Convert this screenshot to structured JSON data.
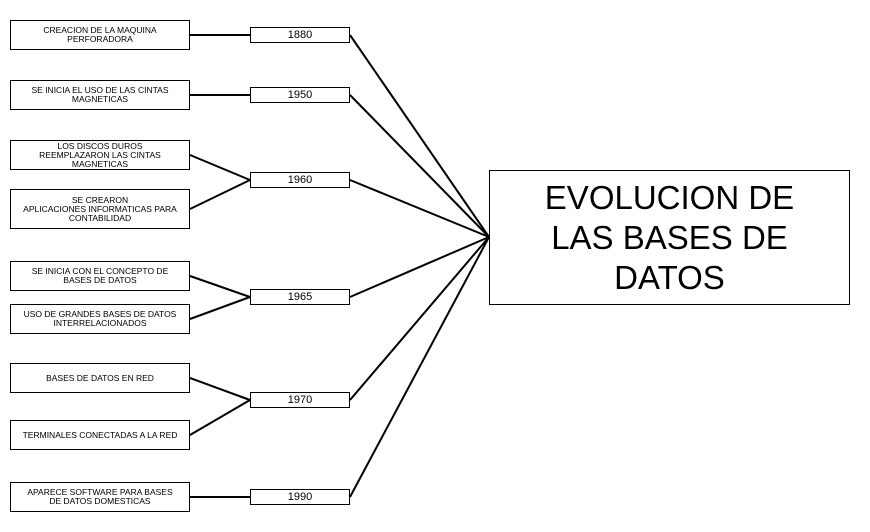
{
  "title": "EVOLUCION DE\nLAS BASES DE\n DATOS",
  "years": [
    "1880",
    "1950",
    "1960",
    "1965",
    "1970",
    "1990"
  ],
  "events": [
    "CREACION DE LA MAQUINA\nPERFORADORA",
    "SE INICIA EL USO DE LAS CINTAS\nMAGNETICAS",
    "LOS DISCOS DUROS\nREEMPLAZARON LAS CINTAS\nMAGNETICAS",
    "SE CREARON\nAPLICACIONES INFORMATICAS PARA\nCONTABILIDAD",
    "SE INICIA CON EL CONCEPTO DE\nBASES DE DATOS",
    "USO DE GRANDES BASES DE DATOS\nINTERRELACIONADOS",
    "BASES DE DATOS EN RED",
    "TERMINALES CONECTADAS A LA RED",
    "APARECE SOFTWARE PARA BASES\nDE DATOS DOMESTICAS"
  ]
}
